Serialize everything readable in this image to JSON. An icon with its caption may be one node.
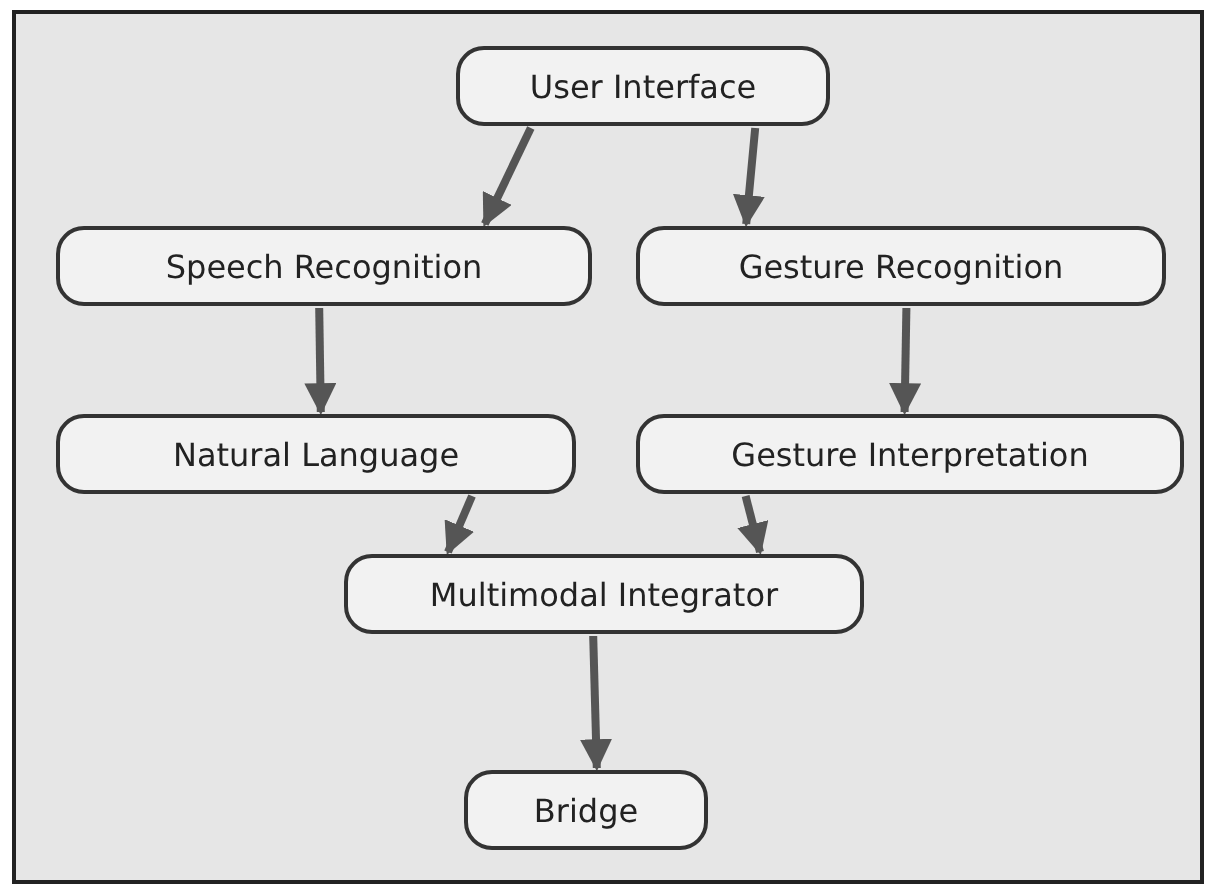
{
  "diagram": {
    "nodes": [
      {
        "text": [
          "User Interface"
        ]
      },
      {
        "text": [
          "Speech Recognition"
        ]
      },
      {
        "text": [
          "Gesture Recognition"
        ]
      },
      {
        "text": [
          "Natural Language"
        ]
      },
      {
        "text": [
          "Gesture Interpretation"
        ]
      },
      {
        "text": [
          "Multimodal Integrator"
        ]
      },
      {
        "text": [
          "Bridge"
        ]
      }
    ],
    "edges": [
      {
        "from": 0,
        "to": 1,
        "arrow": "to"
      },
      {
        "from": 0,
        "to": 2,
        "arrow": "to"
      },
      {
        "from": 1,
        "to": 3,
        "arrow": "to"
      },
      {
        "from": 2,
        "to": 4,
        "arrow": "to"
      },
      {
        "from": 3,
        "to": 5,
        "arrow": "to"
      },
      {
        "from": 4,
        "to": 5,
        "arrow": "to"
      },
      {
        "from": 5,
        "to": 6,
        "arrow": "to"
      }
    ]
  }
}
